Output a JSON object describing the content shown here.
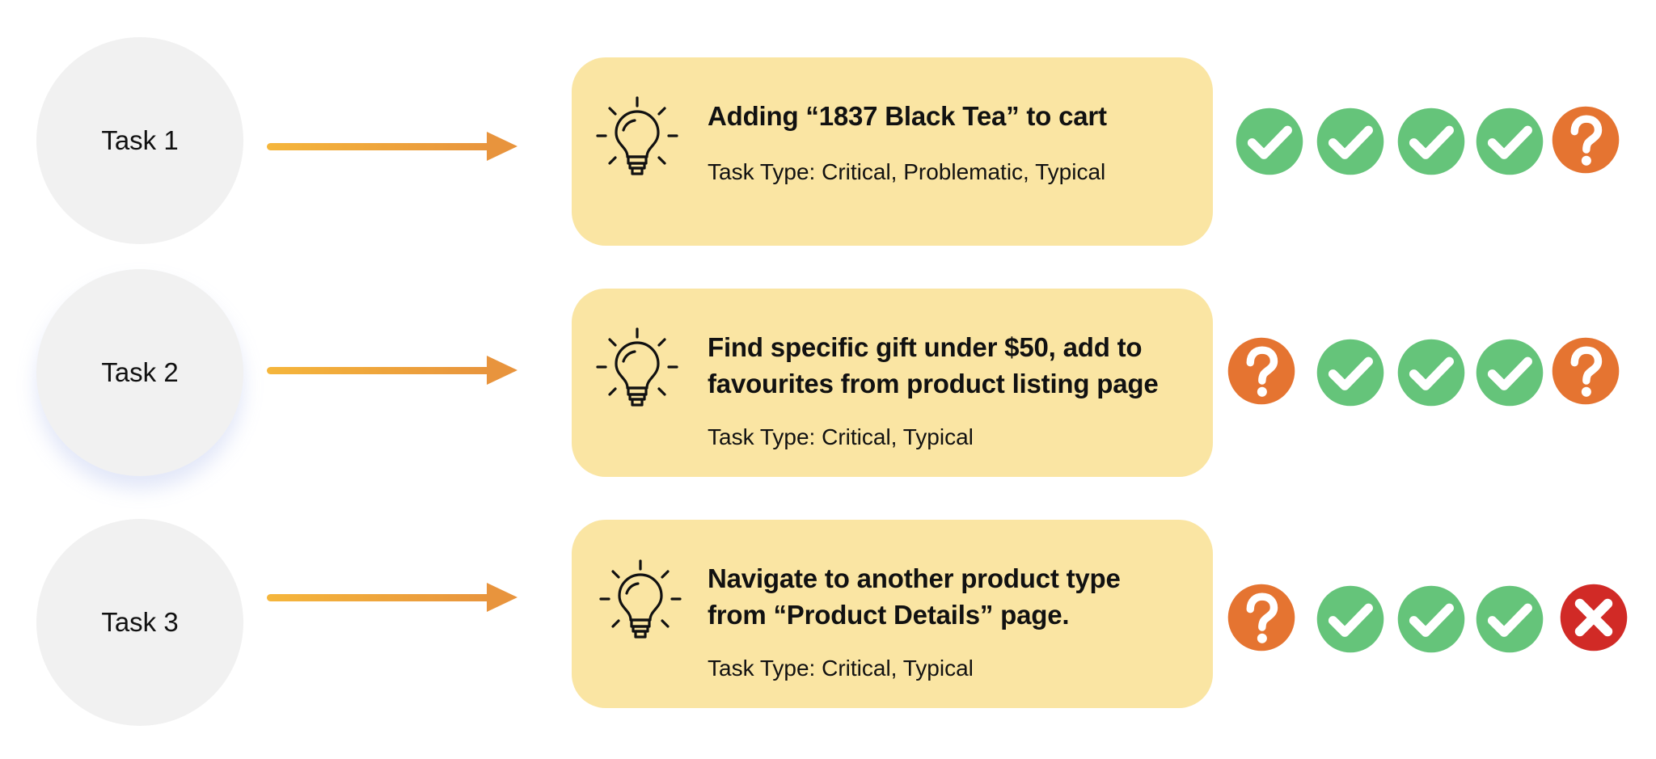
{
  "tasks": [
    {
      "label": "Task 1",
      "title_lines": [
        "Adding “1837 Black Tea” to cart"
      ],
      "task_type": "Task Type: Critical, Problematic, Typical",
      "results": [
        "success",
        "success",
        "success",
        "success",
        "unclear"
      ]
    },
    {
      "label": "Task 2",
      "title_lines": [
        "Find specific gift under $50, add to",
        "favourites from product listing page"
      ],
      "task_type": "Task Type: Critical, Typical",
      "results": [
        "unclear",
        "success",
        "success",
        "success",
        "unclear"
      ]
    },
    {
      "label": "Task 3",
      "title_lines": [
        "Navigate to another product type",
        "from “Product Details” page."
      ],
      "task_type": "Task Type: Critical, Typical",
      "results": [
        "unclear",
        "success",
        "success",
        "success",
        "failure"
      ]
    }
  ],
  "result_icons": {
    "success": "check-circle-icon",
    "unclear": "question-circle-icon",
    "failure": "x-circle-icon"
  },
  "colors": {
    "success": "#65c47a",
    "unclear": "#e57431",
    "failure": "#d12a26",
    "card": "#fae5a3",
    "arrow_start": "#f5b63c",
    "arrow_end": "#e8943d",
    "circle": "#f1f1f1"
  }
}
